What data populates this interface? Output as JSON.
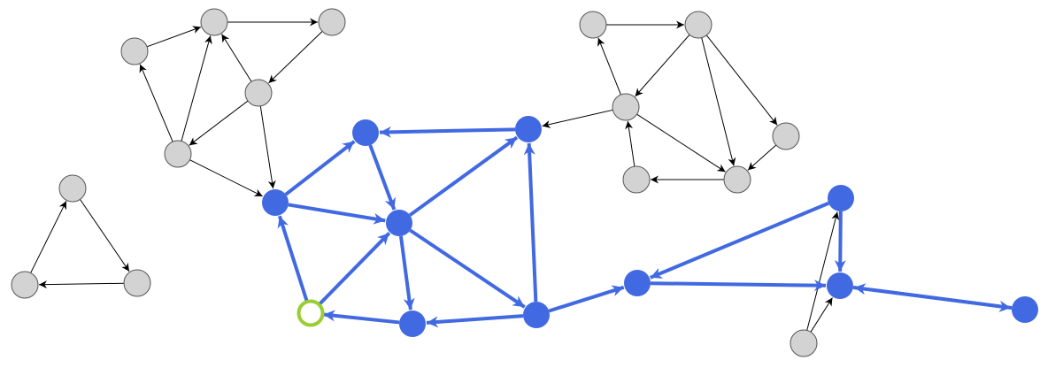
{
  "colors": {
    "background": "#ffffff",
    "gray_node_fill": "#d3d3d3",
    "gray_node_stroke": "#555555",
    "gray_edge": "#000000",
    "blue": "#4169e1",
    "highlight_ring": "#9acd32"
  },
  "nodes": [
    {
      "id": "g1",
      "group": "gray"
    },
    {
      "id": "g2",
      "group": "gray"
    },
    {
      "id": "g3",
      "group": "gray"
    },
    {
      "id": "g4",
      "group": "gray"
    },
    {
      "id": "g5",
      "group": "gray"
    },
    {
      "id": "t1",
      "group": "gray"
    },
    {
      "id": "t2",
      "group": "gray"
    },
    {
      "id": "t3",
      "group": "gray"
    },
    {
      "id": "r1",
      "group": "gray"
    },
    {
      "id": "r2",
      "group": "gray"
    },
    {
      "id": "r3",
      "group": "gray"
    },
    {
      "id": "r4",
      "group": "gray"
    },
    {
      "id": "r5",
      "group": "gray"
    },
    {
      "id": "r6",
      "group": "gray"
    },
    {
      "id": "s1",
      "group": "gray"
    },
    {
      "id": "b1",
      "group": "blue"
    },
    {
      "id": "b2",
      "group": "blue"
    },
    {
      "id": "b3",
      "group": "blue"
    },
    {
      "id": "b4",
      "group": "blue"
    },
    {
      "id": "b5",
      "group": "blue"
    },
    {
      "id": "b6",
      "group": "blue"
    },
    {
      "id": "b7",
      "group": "blue"
    },
    {
      "id": "b8",
      "group": "blue"
    },
    {
      "id": "b9",
      "group": "blue"
    },
    {
      "id": "b10",
      "group": "blue"
    },
    {
      "id": "b11",
      "group": "blue"
    },
    {
      "id": "start",
      "group": "start"
    }
  ],
  "edges": [
    {
      "from": "g1",
      "to": "g2",
      "group": "gray"
    },
    {
      "from": "g2",
      "to": "g3",
      "group": "gray"
    },
    {
      "from": "g3",
      "to": "g4",
      "group": "gray"
    },
    {
      "from": "g4",
      "to": "g2",
      "group": "gray"
    },
    {
      "from": "g4",
      "to": "g5",
      "group": "gray"
    },
    {
      "from": "g5",
      "to": "g1",
      "group": "gray"
    },
    {
      "from": "g5",
      "to": "g2",
      "group": "gray"
    },
    {
      "from": "g4",
      "to": "b1",
      "group": "gray"
    },
    {
      "from": "g5",
      "to": "b1",
      "group": "gray"
    },
    {
      "from": "t3",
      "to": "t2",
      "group": "gray"
    },
    {
      "from": "t2",
      "to": "t1",
      "group": "gray"
    },
    {
      "from": "t1",
      "to": "t3",
      "group": "gray"
    },
    {
      "from": "r1",
      "to": "r2",
      "group": "gray"
    },
    {
      "from": "r2",
      "to": "r3",
      "group": "gray"
    },
    {
      "from": "r3",
      "to": "r1",
      "group": "gray"
    },
    {
      "from": "r2",
      "to": "r4",
      "group": "gray"
    },
    {
      "from": "r2",
      "to": "r5",
      "group": "gray"
    },
    {
      "from": "r3",
      "to": "r5",
      "group": "gray"
    },
    {
      "from": "r4",
      "to": "r5",
      "group": "gray"
    },
    {
      "from": "r5",
      "to": "r6",
      "group": "gray"
    },
    {
      "from": "r6",
      "to": "r3",
      "group": "gray"
    },
    {
      "from": "r3",
      "to": "b3",
      "group": "gray"
    },
    {
      "from": "s1",
      "to": "b8",
      "group": "gray"
    },
    {
      "from": "s1",
      "to": "b9",
      "group": "gray"
    },
    {
      "from": "b1",
      "to": "b2",
      "group": "blue"
    },
    {
      "from": "b1",
      "to": "b4",
      "group": "blue"
    },
    {
      "from": "b2",
      "to": "b4",
      "group": "blue"
    },
    {
      "from": "b3",
      "to": "b2",
      "group": "blue"
    },
    {
      "from": "b4",
      "to": "b3",
      "group": "blue"
    },
    {
      "from": "b4",
      "to": "b5",
      "group": "blue"
    },
    {
      "from": "b4",
      "to": "b6",
      "group": "blue"
    },
    {
      "from": "b6",
      "to": "b3",
      "group": "blue"
    },
    {
      "from": "b6",
      "to": "b5",
      "group": "blue"
    },
    {
      "from": "b6",
      "to": "b7",
      "group": "blue"
    },
    {
      "from": "b5",
      "to": "start",
      "group": "blue"
    },
    {
      "from": "start",
      "to": "b1",
      "group": "blue"
    },
    {
      "from": "start",
      "to": "b4",
      "group": "blue"
    },
    {
      "from": "b7",
      "to": "b8",
      "group": "blue"
    },
    {
      "from": "b9",
      "to": "b7",
      "group": "blue"
    },
    {
      "from": "b9",
      "to": "b8",
      "group": "blue"
    },
    {
      "from": "b8",
      "to": "b10",
      "group": "blue"
    },
    {
      "from": "b10",
      "to": "b8",
      "group": "blue"
    },
    {
      "from": "b11",
      "to": "b10",
      "group": "blue"
    }
  ]
}
